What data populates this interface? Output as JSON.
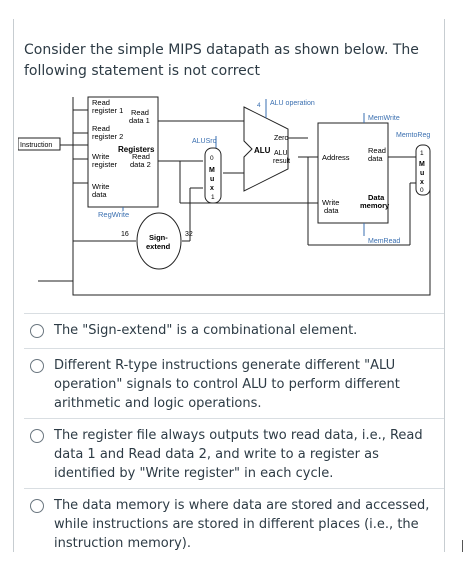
{
  "question": {
    "text": "Consider the simple MIPS datapath as shown below. The following statement is not correct"
  },
  "diagram": {
    "read_register_1": [
      "Read",
      "register 1"
    ],
    "read_register_2": [
      "Read",
      "register 2"
    ],
    "write_register": [
      "Write",
      "register"
    ],
    "write_data": [
      "Write",
      "data"
    ],
    "read_data_1": [
      "Read",
      "data 1"
    ],
    "read_data_2": [
      "Read",
      "data 2"
    ],
    "registers": "Registers",
    "instruction": "Instruction",
    "regwrite": "RegWrite",
    "alusrc": "ALUSrc",
    "alu_operation": "ALU operation",
    "alu_op_width": "4",
    "zero": "Zero",
    "alu": "ALU",
    "alu_result": [
      "ALU",
      "result"
    ],
    "memwrite": "MemWrite",
    "memtoreg": "MemtoReg",
    "memread": "MemRead",
    "address": "Address",
    "mem_read_data": [
      "Read",
      "data"
    ],
    "mem_write_data": [
      "Write",
      "data"
    ],
    "data_memory": [
      "Data",
      "memory"
    ],
    "sign_extend": [
      "Sign-",
      "extend"
    ],
    "width_16": "16",
    "width_32": "32",
    "mux_label": [
      "M",
      "u",
      "x"
    ],
    "mux_in_0": "0",
    "mux_in_1": "1"
  },
  "options": [
    {
      "text": "The \"Sign-extend\" is a combinational element."
    },
    {
      "text": "Different R-type instructions generate different \"ALU operation\" signals to control ALU to perform different arithmetic and logic operations."
    },
    {
      "text": "The register file always outputs two read data, i.e., Read data 1 and Read data 2, and write to a register as identified by \"Write register\" in each cycle."
    },
    {
      "text": "The data memory is where data are stored and accessed, while instructions are stored in different places (i.e., the instruction memory)."
    }
  ],
  "colors": {
    "text": "#2d3b45",
    "control": "#3a6fb0",
    "line": "#222222"
  }
}
